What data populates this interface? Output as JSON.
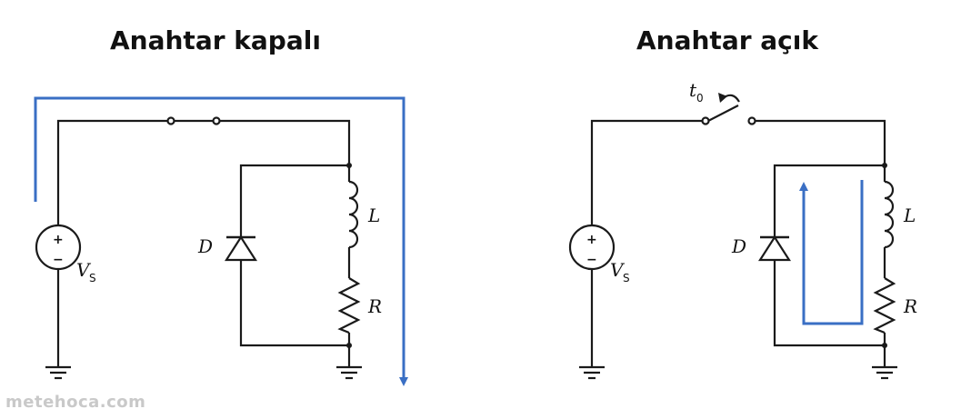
{
  "titles": {
    "closed": "Anahtar kapalı",
    "open": "Anahtar açık"
  },
  "labels": {
    "diode": "D",
    "inductor": "L",
    "resistor": "R",
    "source_main": "V",
    "source_sub": "S",
    "time_main": "t",
    "time_sub": "0",
    "plus": "+",
    "minus": "−"
  },
  "watermark": "metehoca.com",
  "colors": {
    "wire": "#1a1a1a",
    "current": "#3a6fc4",
    "watermark": "#c9c9c9"
  }
}
